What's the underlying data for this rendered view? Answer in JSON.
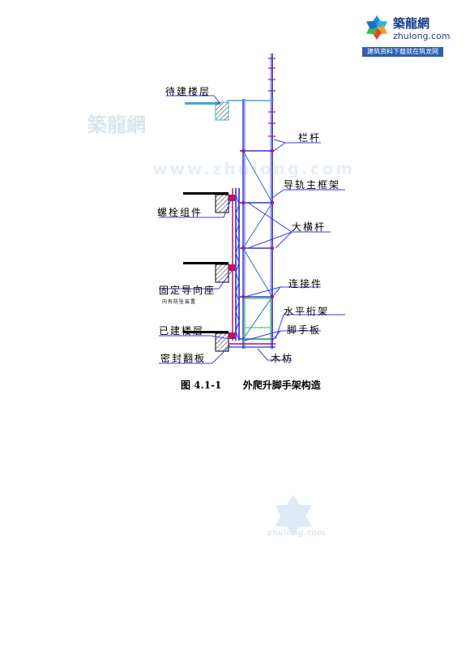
{
  "logo": {
    "brand": "築龍網",
    "domain": "zhulong.com",
    "tagline": "建筑资料下载就在筑龙网"
  },
  "labels": {
    "top_floor": "待建楼层",
    "railing": "栏杆",
    "main_frame": "导轨主框架",
    "bolt": "螺栓组件",
    "crossbar": "大横杆",
    "connector": "连接件",
    "guide_seat": "固定导向座",
    "guide_seat_note": "内有防坠装置",
    "truss": "水平桁架",
    "built_floor": "已建楼层",
    "scaffold_board": "脚手板",
    "seal_board": "密封翻板",
    "timber": "木枋"
  },
  "caption": {
    "number": "图 4.1-1",
    "title": "外爬升脚手架构造"
  },
  "watermarks": {
    "brand": "築龍網",
    "domain_faint": "www.zhulong.com",
    "domain_bottom": "zhulong.com"
  },
  "colors": {
    "frame": "#2a38d8",
    "mast": "#1a1ad0",
    "diagonal": "#2a6ae0",
    "leader": "#3a3af0",
    "node": "#c01060",
    "truss": "#2ab848",
    "slab": "#000000",
    "hatch": "#404040"
  }
}
